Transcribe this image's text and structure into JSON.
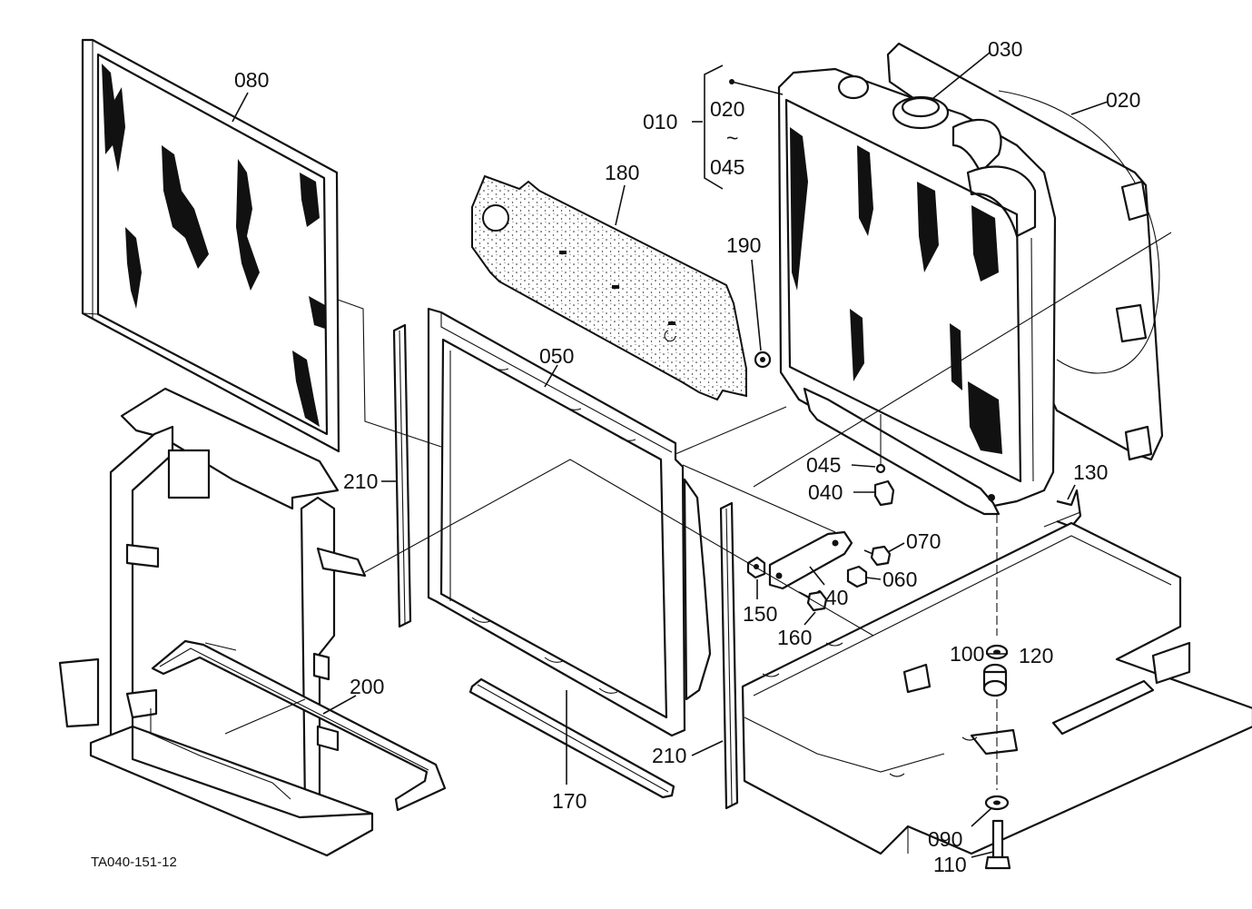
{
  "drawing_code": "TA040-151-12",
  "callouts": {
    "c080": "080",
    "c180": "180",
    "c190": "190",
    "c050": "050",
    "c210a": "210",
    "c210b": "210",
    "c200": "200",
    "c170": "170",
    "c010": "010",
    "c020a": "020",
    "c045a": "045",
    "c030": "030",
    "c020b": "020",
    "c045b": "045",
    "c040": "040",
    "c130": "130",
    "c070": "070",
    "c060": "060",
    "c140": "140",
    "c150": "150",
    "c160": "160",
    "c100": "100",
    "c120": "120",
    "c090": "090",
    "c110": "110"
  },
  "range_mark": "~"
}
